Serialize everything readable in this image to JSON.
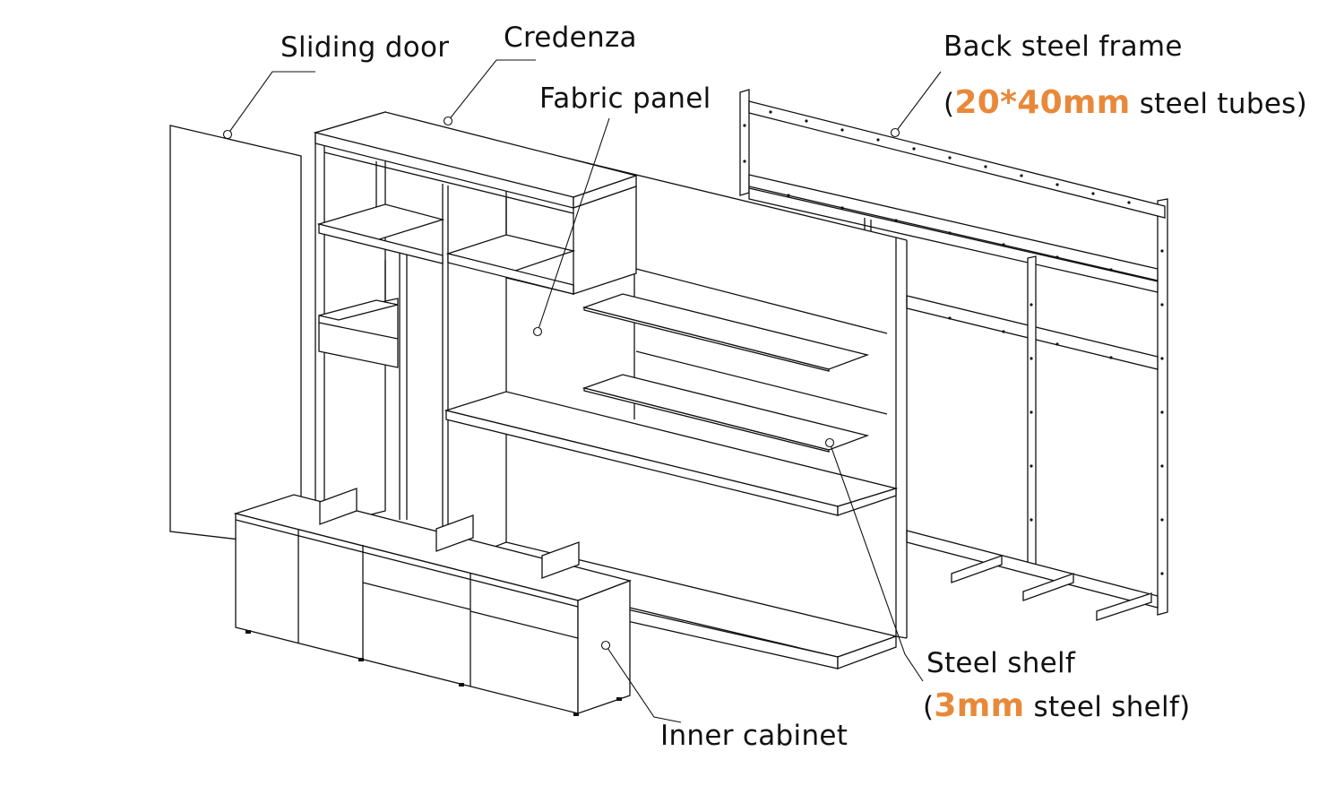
{
  "labels": {
    "sliding_door": "Sliding door",
    "credenza": "Credenza",
    "fabric_panel": "Fabric panel",
    "back_steel_frame": "Back steel frame",
    "steel_tubes_size": "20*40mm",
    "steel_tubes_suffix": " steel tubes)",
    "steel_shelf": "Steel shelf",
    "steel_shelf_size": "3mm",
    "steel_shelf_suffix": " steel shelf)",
    "inner_cabinet": "Inner cabinet",
    "open_paren": "("
  },
  "colors": {
    "accent": "#E8893A",
    "line": "#111111",
    "background": "#FFFFFF"
  }
}
